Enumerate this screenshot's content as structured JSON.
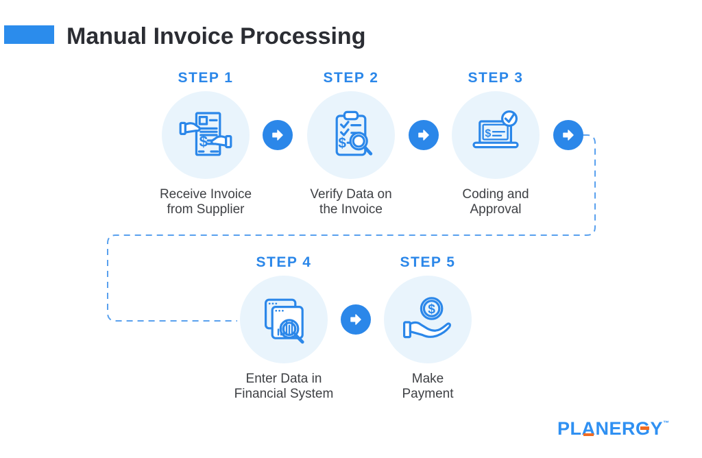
{
  "title": "Manual Invoice Processing",
  "colors": {
    "primary_blue": "#2b87e9",
    "accent_bar_blue": "#2b8cec",
    "step_circle_bg": "#e9f4fc",
    "dashed_connector_blue": "#58a0ee",
    "title_text": "#2b2d33",
    "caption_text": "#3e4044",
    "logo_blue": "#2f90f2",
    "logo_orange": "#f06b22"
  },
  "steps": [
    {
      "label": "STEP 1",
      "caption_line1": "Receive Invoice",
      "caption_line2": "from Supplier",
      "icon": "receive-invoice-icon"
    },
    {
      "label": "STEP 2",
      "caption_line1": "Verify Data on",
      "caption_line2": "the Invoice",
      "icon": "verify-invoice-icon"
    },
    {
      "label": "STEP 3",
      "caption_line1": "Coding and",
      "caption_line2": "Approval",
      "icon": "coding-approval-icon"
    },
    {
      "label": "STEP 4",
      "caption_line1": "Enter Data in",
      "caption_line2": "Financial System",
      "icon": "enter-data-icon"
    },
    {
      "label": "STEP 5",
      "caption_line1": "Make",
      "caption_line2": "Payment",
      "icon": "make-payment-icon"
    }
  ],
  "connectors": {
    "arrow_icon": "arrow-right-icon",
    "arrow_count": 4,
    "dashed_path": "row1-step3 to row2-step4"
  },
  "logo": {
    "word": "PLANERGY",
    "part1": "PL",
    "letter_a": "A",
    "part2": "NER",
    "letter_g": "G",
    "part3": "Y",
    "tm": "™"
  }
}
